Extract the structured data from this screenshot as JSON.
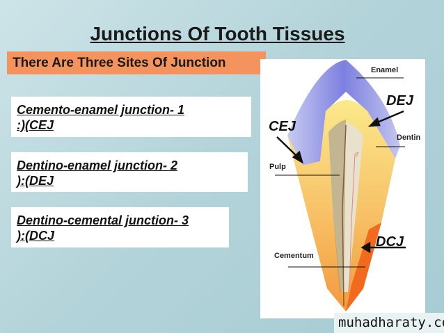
{
  "title": "Junctions Of Tooth Tissues",
  "subtitle": "There Are Three Sites Of Junction",
  "items": [
    {
      "line1": "Cemento-enamel junction- 1",
      "line2": ":)(CEJ"
    },
    {
      "line1": "Dentino-enamel junction- 2",
      "line2": "):(DEJ"
    },
    {
      "line1": "Dentino-cemental junction- 3",
      "line2": "):(DCJ"
    }
  ],
  "diagram": {
    "enamel": "Enamel",
    "dentin": "Dentin",
    "pulp": "Pulp",
    "cementum": "Cementum",
    "dej": "DEJ",
    "cej": "CEJ",
    "dcj": "DCJ"
  },
  "watermark": "muhadharaty.com"
}
